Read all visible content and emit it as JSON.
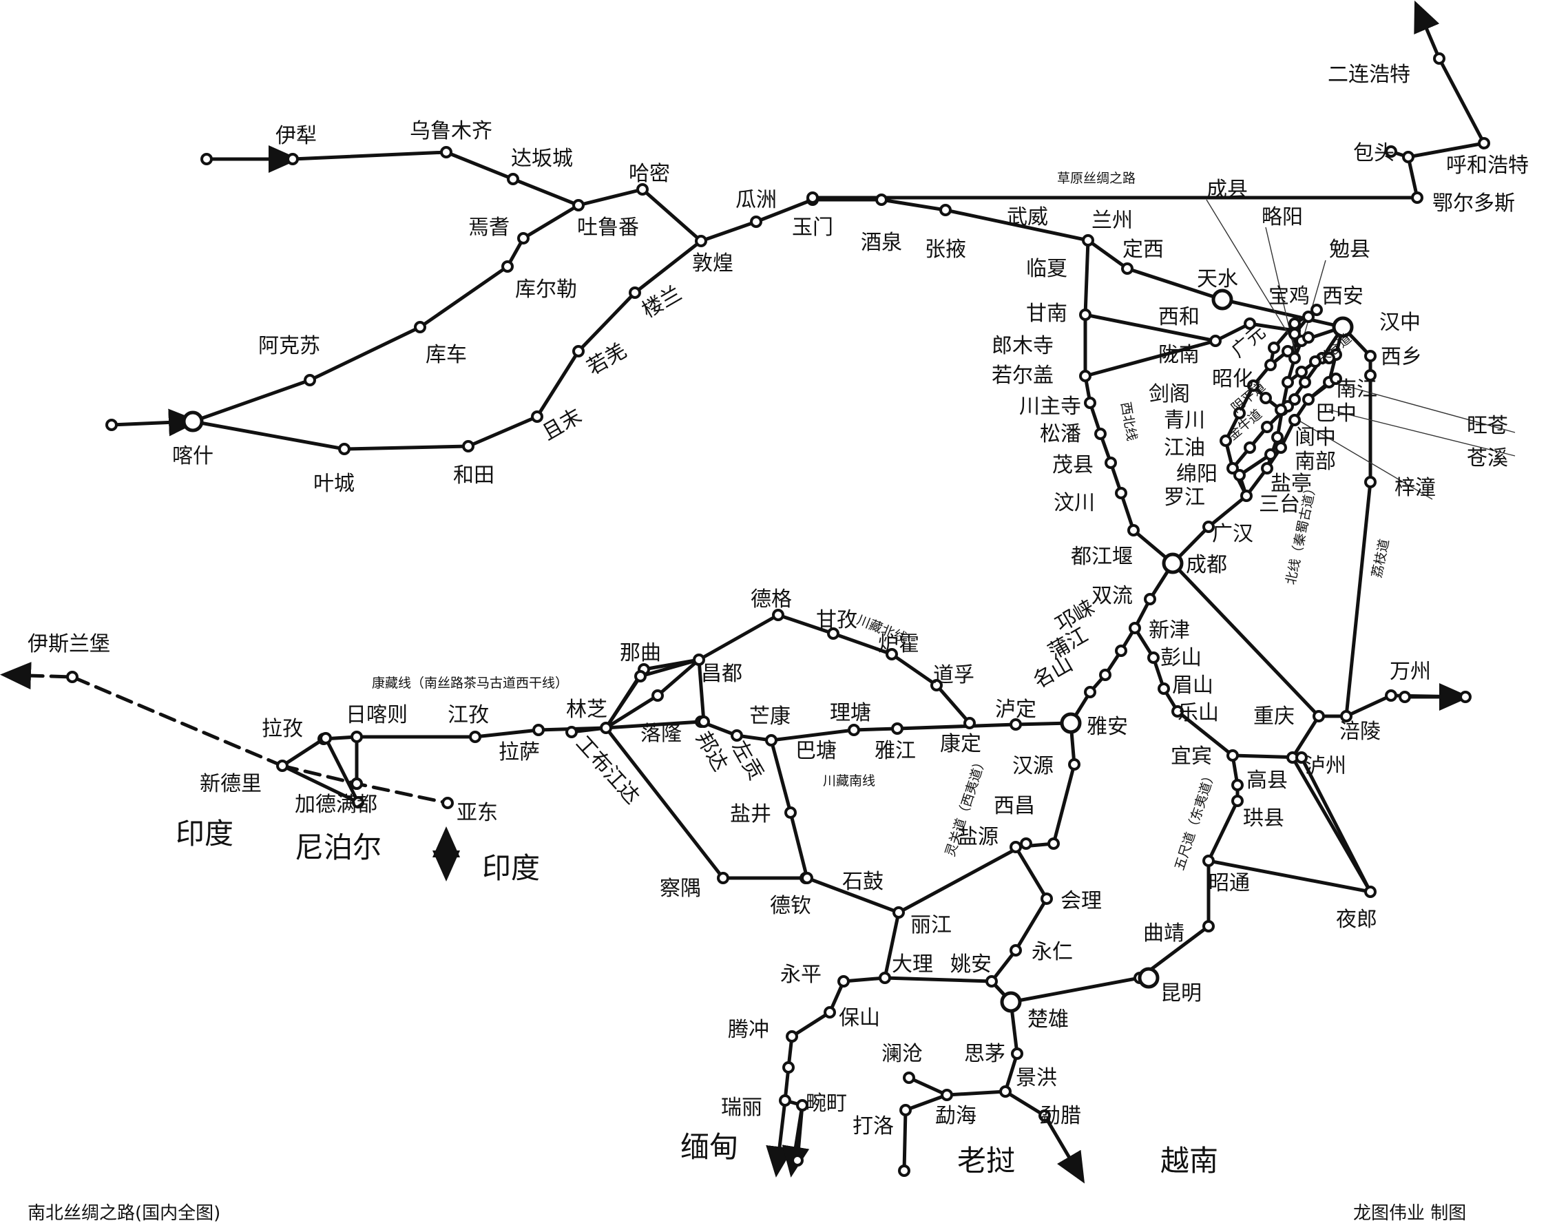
{
  "footer": {
    "title": "南北丝绸之路(国内全图)",
    "credit": "龙图伟业  制图"
  },
  "countries": {
    "india_west": "印度",
    "nepal": "尼泊尔",
    "india_east": "印度",
    "myanmar": "缅甸",
    "laos": "老挝",
    "vietnam": "越南"
  },
  "route_names": {
    "grassland": "草原丝绸之路",
    "northwest": "西北线",
    "north_shudao": "北线（秦蜀古道）",
    "lizhi": "荔枝道",
    "chuanzang_north": "川藏北线",
    "chuanzang_south": "川藏南线",
    "kangzang": "康藏线（南丝路茶马古道西干线）",
    "lingguan": "灵关道（西夷道）",
    "wuchi": "五尺道（东夷道）",
    "yinping": "阴平道",
    "jinniu": "金牛道",
    "micang": "米仓道",
    "gongbu": "工布江达"
  },
  "cities": {
    "yili": "伊犁",
    "urumqi": "乌鲁木齐",
    "dabancheng": "达坂城",
    "hami": "哈密",
    "turpan": "吐鲁番",
    "yanqi": "焉耆",
    "korla": "库尔勒",
    "aksu": "阿克苏",
    "kuqa": "库车",
    "kashgar": "喀什",
    "yecheng": "叶城",
    "hotan": "和田",
    "qiemo": "且末",
    "ruoqiang": "若羌",
    "loulan": "楼兰",
    "dunhuang": "敦煌",
    "guazhou": "瓜洲",
    "yumen": "玉门",
    "jiuquan": "酒泉",
    "zhangye": "张掖",
    "wuwei": "武威",
    "lanzhou": "兰州",
    "dingxi": "定西",
    "linxia": "临夏",
    "tianshui": "天水",
    "gannan": "甘南",
    "langmusi": "郎木寺",
    "zoige": "若尔盖",
    "chuanzhusi": "川主寺",
    "songpan": "松潘",
    "maoxian": "茂县",
    "wenchuan": "汶川",
    "dujiangyan": "都江堰",
    "chengdu": "成都",
    "guanghan": "广汉",
    "erlianhot": "二连浩特",
    "baotou": "包头",
    "hohhot": "呼和浩特",
    "ordos": "鄂尔多斯",
    "chengxian": "成县",
    "lueyang": "略阳",
    "mianxian": "勉县",
    "xihe": "西和",
    "baoji": "宝鸡",
    "xian": "西安",
    "hanzhong": "汉中",
    "longnan": "陇南",
    "guangyuan": "广元",
    "xixiang": "西乡",
    "zhaohua": "昭化",
    "jiange": "剑阁",
    "nanjiang": "南江",
    "wangcang": "旺苍",
    "cangxi": "苍溪",
    "qingchuan": "青川",
    "bazhong": "巴中",
    "langzhong": "阆中",
    "jiangyou": "江油",
    "nanbu": "南部",
    "zitong": "梓潼",
    "mianyang": "绵阳",
    "yanting": "盐亭",
    "luojiang": "罗江",
    "santai": "三台",
    "shuangliu": "双流",
    "qionglai": "邛崃",
    "xinjin": "新津",
    "pengshan": "彭山",
    "pujiang": "蒲江",
    "meishan": "眉山",
    "mingshan": "名山",
    "leshan": "乐山",
    "yaan": "雅安",
    "luding": "泸定",
    "kangding": "康定",
    "hanyuan": "汉源",
    "xichang": "西昌",
    "yanyuan": "盐源",
    "huili": "会理",
    "yongren": "永仁",
    "chuxiong": "楚雄",
    "kunming": "昆明",
    "qujing": "曲靖",
    "zhaotong": "昭通",
    "gongxian": "珙县",
    "gaoxian": "高县",
    "yibin": "宜宾",
    "luzhou": "泸州",
    "chongqing": "重庆",
    "fuling": "涪陵",
    "wanzhou": "万州",
    "yelang": "夜郎",
    "dege": "德格",
    "ganzi": "甘孜",
    "luhuo": "炉霍",
    "daofu": "道孚",
    "litang": "理塘",
    "yajiang": "雅江",
    "batang": "巴塘",
    "markam": "芒康",
    "zogang": "左贡",
    "banda": "邦达",
    "qamdo": "昌都",
    "lhorong": "落隆",
    "nagqu": "那曲",
    "nyingchi": "林芝",
    "lhasa": "拉萨",
    "gyantse": "江孜",
    "shigatse": "日喀则",
    "lazi": "拉孜",
    "yadong": "亚东",
    "kathmandu": "加德满都",
    "newdelhi": "新德里",
    "islamabad": "伊斯兰堡",
    "zayu": "察隅",
    "yanjing": "盐井",
    "deqin": "德钦",
    "shigu": "石鼓",
    "lijiang": "丽江",
    "dali": "大理",
    "yaoan": "姚安",
    "yongping": "永平",
    "baoshan": "保山",
    "tengchong": "腾冲",
    "ruili": "瑞丽",
    "wanding": "畹町",
    "lancang": "澜沧",
    "simao": "思茅",
    "jinghong": "景洪",
    "menghai": "勐海",
    "mengla": "勐腊",
    "daluo": "打洛"
  },
  "colors": {
    "line": "#111111",
    "stop_fill": "#ffffff",
    "background": "#ffffff"
  }
}
